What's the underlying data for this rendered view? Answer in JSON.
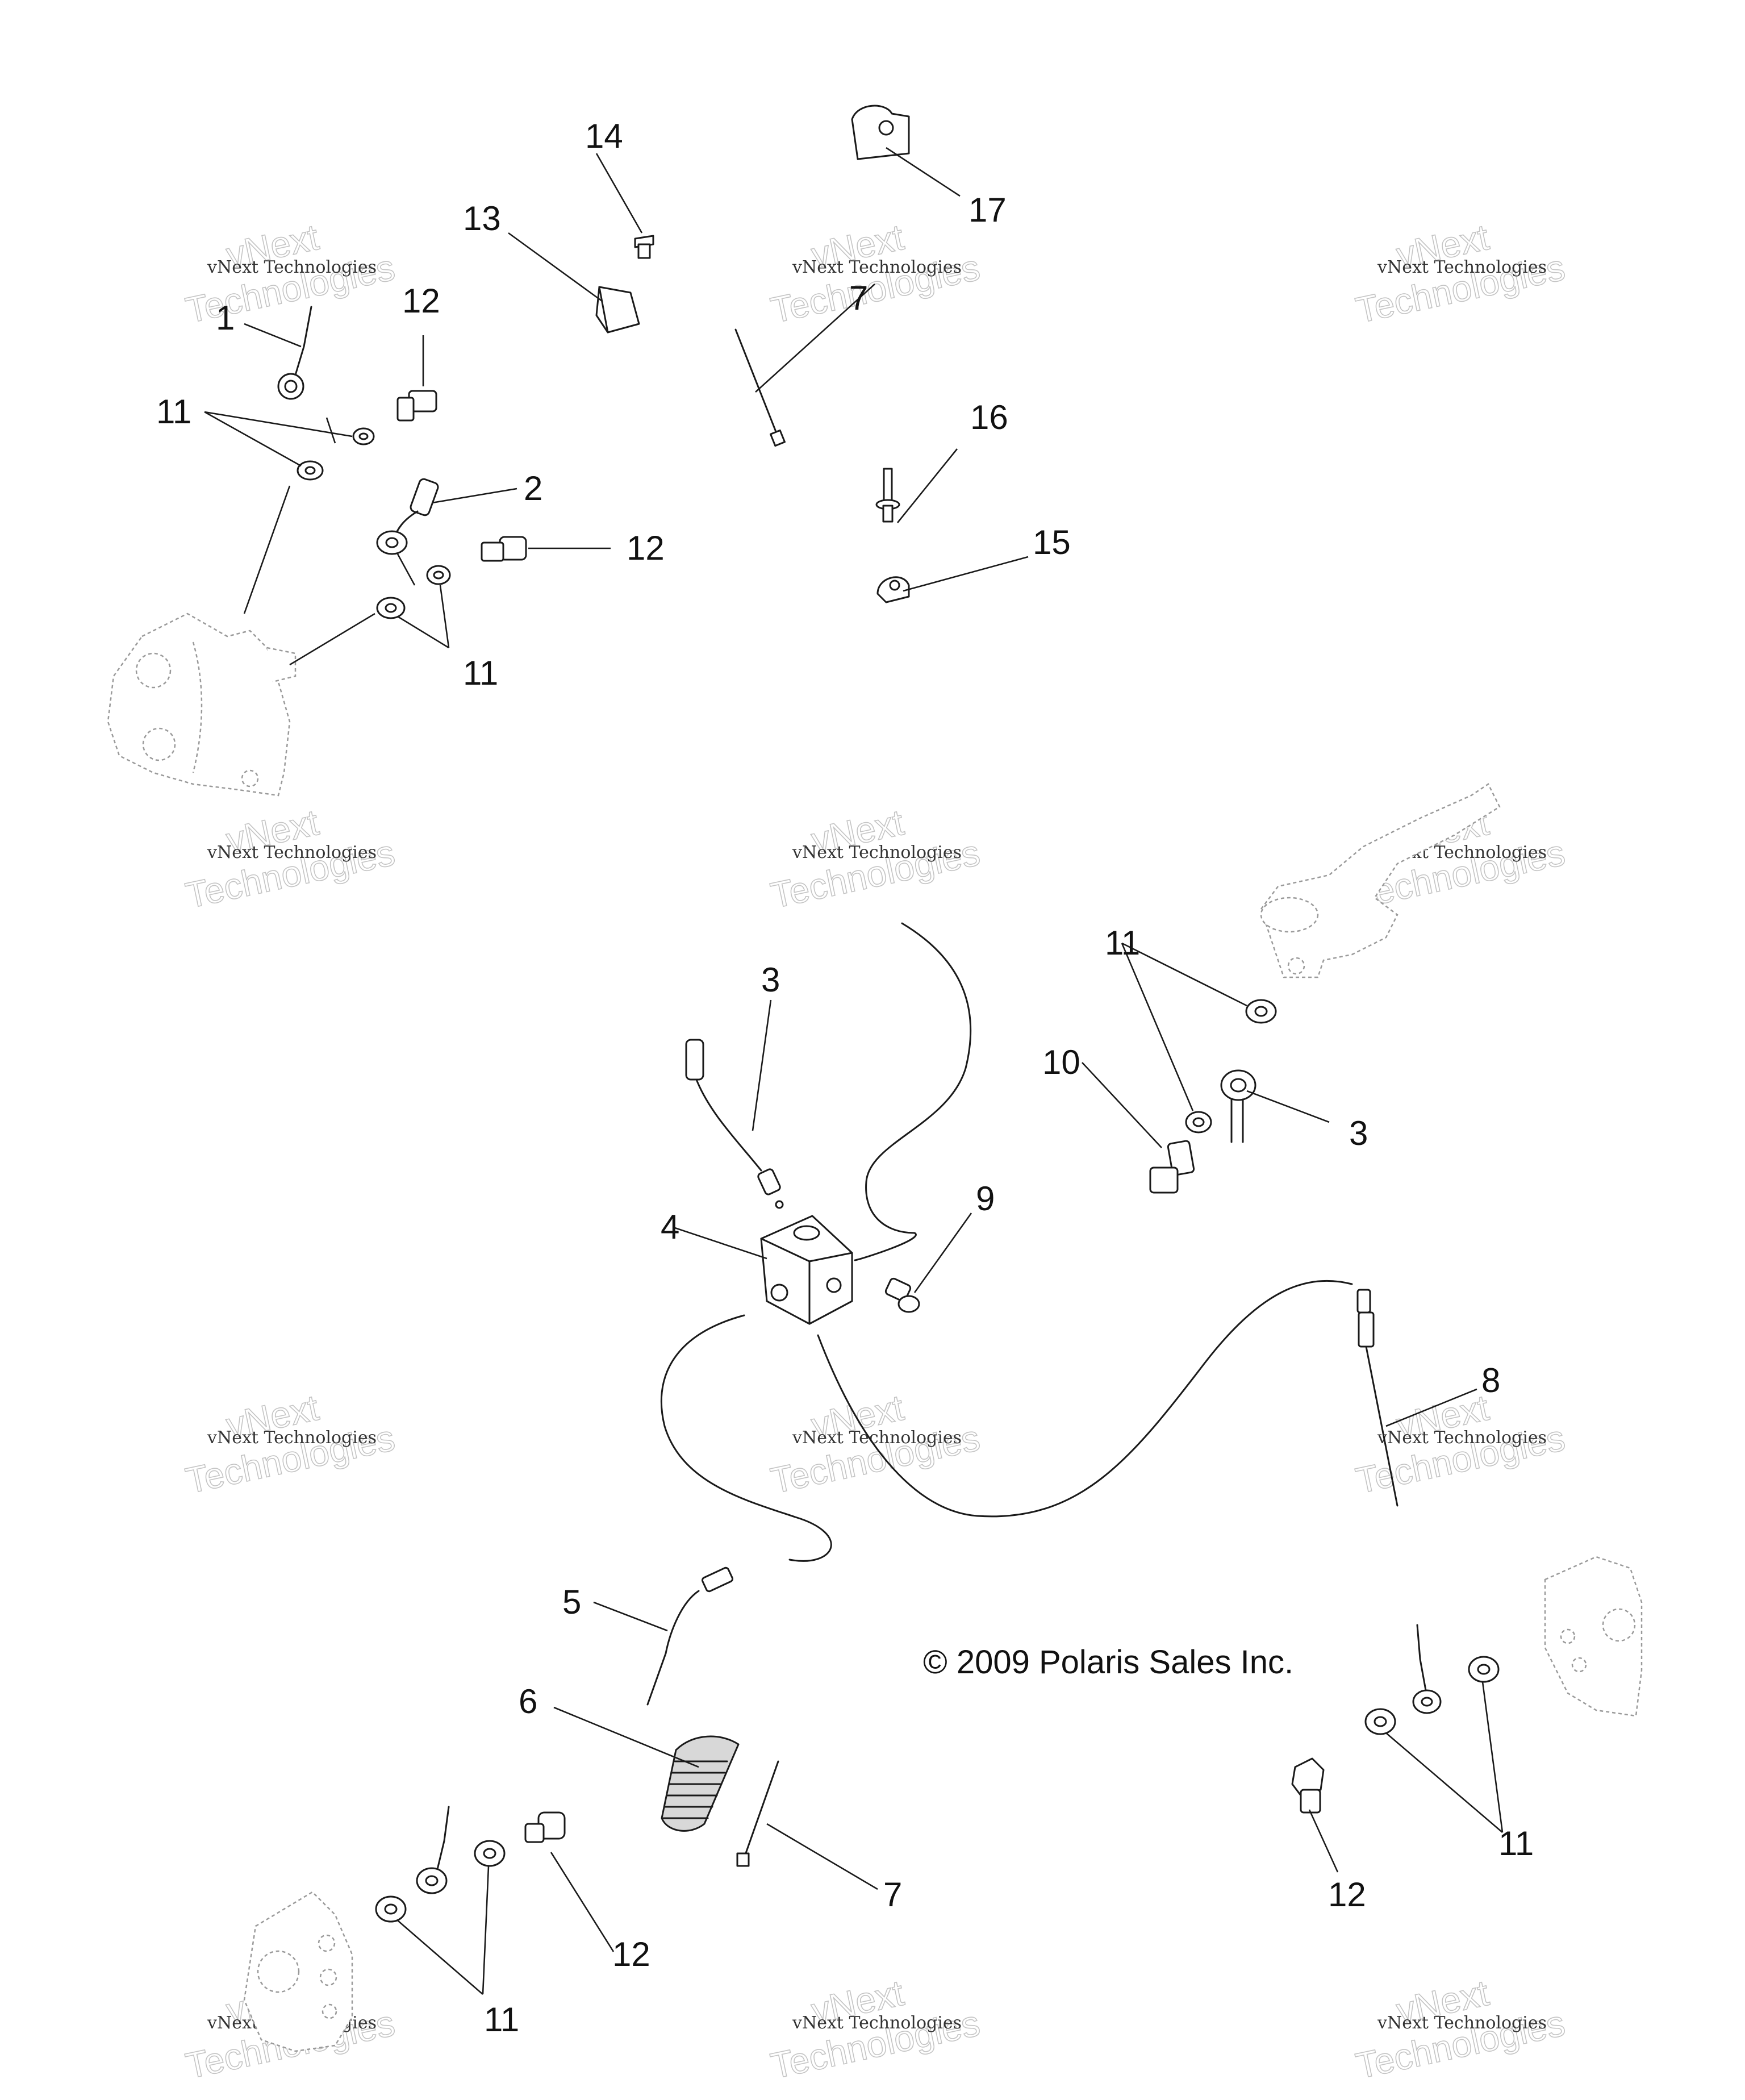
{
  "diagram": {
    "copyright": "© 2009 Polaris Sales Inc.",
    "watermark": {
      "line1": "vNext Technologies",
      "line2": "Technologies",
      "line3": "vNext"
    },
    "callouts": [
      "1",
      "2",
      "3",
      "4",
      "5",
      "6",
      "7",
      "8",
      "9",
      "10",
      "11",
      "12",
      "13",
      "14",
      "15",
      "16",
      "17"
    ],
    "colors": {
      "line": "#1a1a1a",
      "ghost_part": "#9a9a9a",
      "watermark": "#c4c4c4",
      "background": "#ffffff"
    }
  }
}
